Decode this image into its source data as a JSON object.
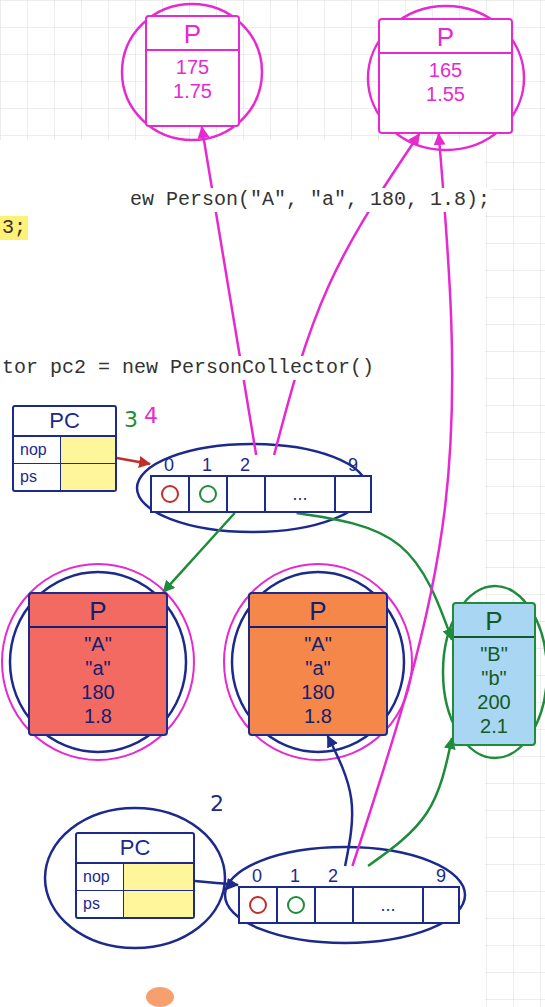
{
  "diagram": {
    "nodes": [
      {
        "text": [
          "P",
          "175",
          "1.75"
        ]
      },
      {
        "text": [
          "P",
          "165",
          "1.55"
        ]
      },
      {
        "text": [
          "PC",
          "nop",
          "ps"
        ]
      },
      {
        "text": [
          "0",
          "1",
          "2",
          "9",
          "..."
        ]
      },
      {
        "text": [
          "P",
          "\"A\"",
          "\"a\"",
          "180",
          "1.8"
        ]
      },
      {
        "text": [
          "P",
          "\"A\"",
          "\"a\"",
          "180",
          "1.8"
        ]
      },
      {
        "text": [
          "P",
          "\"B\"",
          "\"b\"",
          "200",
          "2.1"
        ]
      },
      {
        "text": [
          "PC",
          "nop",
          "ps"
        ]
      },
      {
        "text": [
          "0",
          "1",
          "2",
          "9",
          "..."
        ]
      }
    ],
    "edges": [
      {
        "from": 2,
        "to": 3,
        "arrow": "to"
      },
      {
        "from": 3,
        "to": 4,
        "arrow": "to"
      },
      {
        "from": 3,
        "to": 6,
        "arrow": "to"
      },
      {
        "from": 3,
        "to": 0,
        "arrow": "to"
      },
      {
        "from": 3,
        "to": 1,
        "arrow": "to"
      },
      {
        "from": 7,
        "to": 8,
        "arrow": "to"
      },
      {
        "from": 8,
        "to": 5,
        "arrow": "to"
      },
      {
        "from": 8,
        "to": 6,
        "arrow": "to"
      },
      {
        "from": 8,
        "to": 1,
        "arrow": "to"
      }
    ],
    "labels": [
      "ew Person(\"A\", \"a\", 180, 1.8);",
      "3;",
      "tor pc2 = new PersonCollector()",
      "3",
      "4",
      "2"
    ]
  }
}
